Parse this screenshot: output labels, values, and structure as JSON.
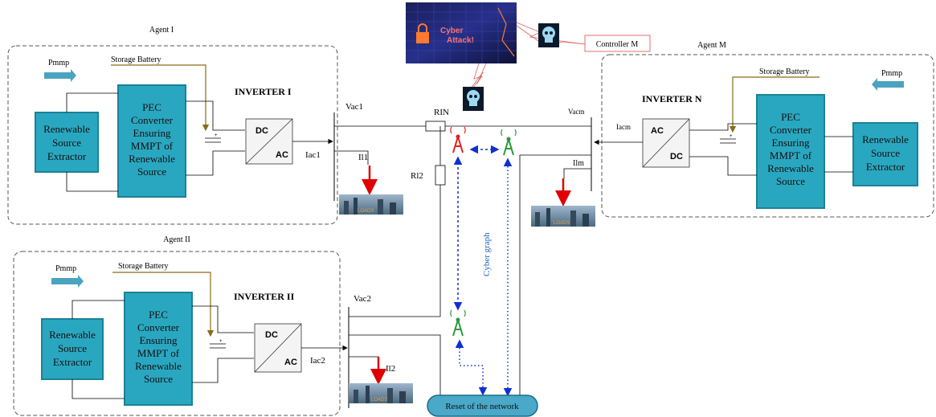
{
  "agents": {
    "agent1": {
      "label": "Agent I",
      "pmmp": "Pmmp",
      "battery": "Storage Battery",
      "inverter": "INVERTER I",
      "source": [
        "Renewable",
        "Source",
        "Extractor"
      ],
      "pec": [
        "PEC",
        "Converter",
        "Ensuring",
        "MMPT of",
        "Renewable",
        "Source"
      ],
      "dc": "DC",
      "ac": "AC",
      "iac": "Iac1",
      "vac": "Vac1",
      "il": "Il1",
      "loads": "LOADS"
    },
    "agent2": {
      "label": "Agent II",
      "pmmp": "Pmmp",
      "battery": "Storage Battery",
      "inverter": "INVERTER II",
      "source": [
        "Renewable",
        "Source",
        "Extractor"
      ],
      "pec": [
        "PEC",
        "Converter",
        "Ensuring",
        "MMPT of",
        "Renewable",
        "Source"
      ],
      "dc": "DC",
      "ac": "AC",
      "iac": "Iac2",
      "vac": "Vac2",
      "il": "Il2",
      "loads": "LOADS"
    },
    "agentM": {
      "label": "Agent M",
      "pmmp": "Pmmp",
      "battery": "Storage Battery",
      "inverter": "INVERTER N",
      "source": [
        "Renewable",
        "Source",
        "Extractor"
      ],
      "pec": [
        "PEC",
        "Converter",
        "Ensuring",
        "MMPT of",
        "Renewable",
        "Source"
      ],
      "dc": "DC",
      "ac": "AC",
      "iac": "Iacm",
      "vac": "Vacm",
      "il": "Ilm",
      "loads": "LOADS"
    }
  },
  "network": {
    "rin": "RIN",
    "ri2": "Rl2",
    "cyber_graph": "Cyber graph",
    "reset": "Reset of the network",
    "controller": "Controller M",
    "attack": [
      "Cyber",
      "Attack!"
    ]
  },
  "colors": {
    "box": "#2aa7c0",
    "box_dark": "#1b8198",
    "arrow": "#4aa3c0",
    "load_arrow": "#e00000",
    "battery_line": "#8b6b15",
    "tower_red": "#e02020",
    "tower_green": "#2a9a3a",
    "cyber_link": "#1030d0",
    "reset_fill": "#4aa8c8",
    "controller_border": "#e04a4a",
    "dashed_border": "#555555"
  }
}
